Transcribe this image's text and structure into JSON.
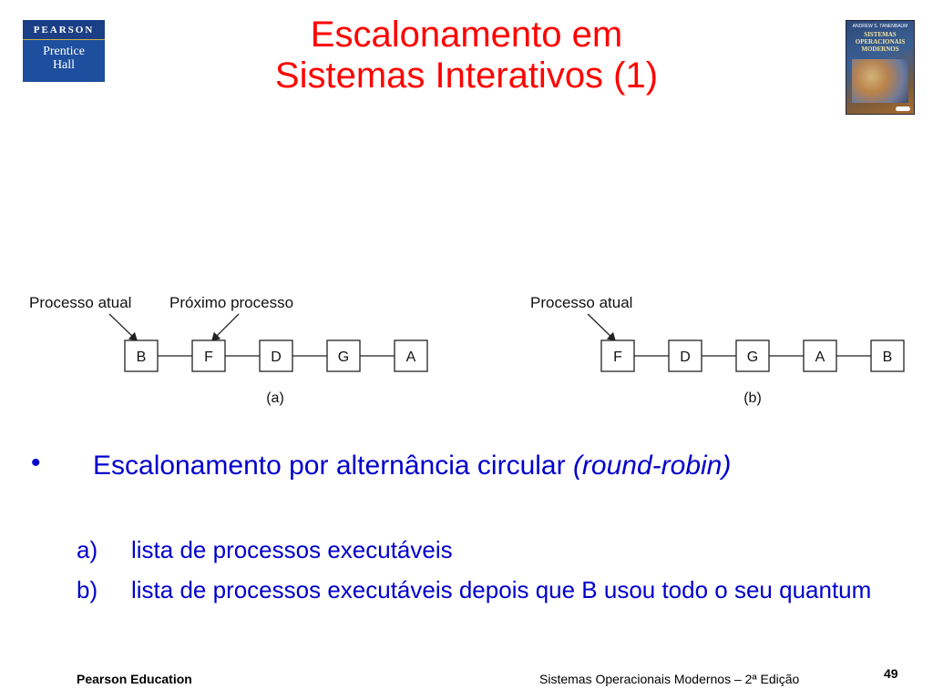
{
  "logo": {
    "brand": "PEARSON",
    "sub": "Prentice\nHall"
  },
  "book_cover": {
    "author": "ANDREW S. TANENBAUM",
    "title": "SISTEMAS\nOPERACIONAIS\nMODERNOS"
  },
  "title": "Escalonamento em\nSistemas Interativos (1)",
  "diagram": {
    "a": {
      "label_current": "Processo atual",
      "label_next": "Próximo processo",
      "nodes": [
        "B",
        "F",
        "D",
        "G",
        "A"
      ],
      "caption": "(a)"
    },
    "b": {
      "label_current": "Processo atual",
      "nodes": [
        "F",
        "D",
        "G",
        "A",
        "B"
      ],
      "caption": "(b)"
    }
  },
  "bullets": {
    "marker": "•",
    "main_text": "Escalonamento por alternância circular ",
    "main_italic": "(round-robin)",
    "items": [
      {
        "marker": "a)",
        "text": "lista de processos executáveis"
      },
      {
        "marker": "b)",
        "text": "lista de processos executáveis depois que B usou todo o seu quantum"
      }
    ]
  },
  "footer": {
    "left": "Pearson Education",
    "right": "Sistemas Operacionais Modernos – 2ª Edição",
    "page": "49"
  }
}
